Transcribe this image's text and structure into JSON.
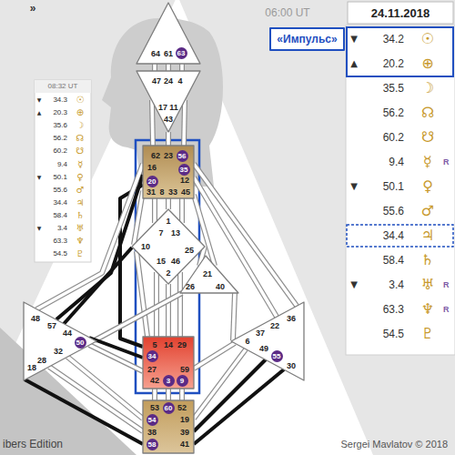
{
  "diagram": {
    "nodes": [
      {
        "text": [
          "64",
          "61",
          "63"
        ]
      },
      {
        "text": [
          "«Импульс»"
        ]
      },
      {
        "text": [
          "▼",
          "34.2",
          "☉",
          "▲",
          "20.2",
          "⊕",
          "35.5",
          "☽",
          "56.2",
          "☊",
          "60.2",
          "☋",
          "9.4",
          "☿",
          "R",
          "▼",
          "50.1",
          "♀",
          "55.6",
          "♂",
          "34.4",
          "♃",
          "58.4",
          "♄",
          "▼",
          "3.4",
          "♅",
          "R",
          "63.3",
          "♆",
          "R",
          "54.5",
          "♇"
        ]
      },
      {
        "text": [
          "08:32 UT",
          "▼",
          "34.3",
          "☉",
          "▲",
          "20.3",
          "⊕",
          "35.6",
          "☽",
          "56.2",
          "☊",
          "60.2",
          "☋",
          "9.4",
          "☿",
          "▼",
          "50.1",
          "♀",
          "55.6",
          "♂",
          "34.4",
          "♃",
          "58.4",
          "♄",
          "▼",
          "3.4",
          "♅",
          "63.3",
          "♆",
          "54.5",
          "♇"
        ]
      },
      {
        "text": [
          "47",
          "24",
          "4",
          "17",
          "11",
          "43"
        ]
      },
      {
        "text": [
          "62",
          "23",
          "56",
          "16",
          "35",
          "20",
          "12",
          "31",
          "8",
          "33",
          "45"
        ]
      },
      {
        "text": [
          "1",
          "7",
          "13",
          "10",
          "25",
          "15",
          "46",
          "2"
        ]
      },
      {
        "text": [
          "21",
          "26",
          "40"
        ]
      },
      {
        "text": [
          "48",
          "57",
          "44",
          "50",
          "32",
          "28",
          "18"
        ]
      },
      {
        "text": [
          "36",
          "22",
          "37",
          "6",
          "49",
          "55",
          "30"
        ]
      },
      {
        "text": [
          "5",
          "14",
          "29",
          "34",
          "27",
          "59",
          "42",
          "3",
          "9"
        ]
      },
      {
        "text": [
          "53",
          "60",
          "52",
          "54",
          "19",
          "38",
          "39",
          "58",
          "41"
        ]
      }
    ],
    "edges": [
      {
        "from": 0,
        "to": 4,
        "arrow": "none"
      },
      {
        "from": 0,
        "to": 4,
        "arrow": "none"
      },
      {
        "from": 0,
        "to": 4,
        "arrow": "none"
      },
      {
        "from": 4,
        "to": 5,
        "arrow": "none"
      },
      {
        "from": 4,
        "to": 5,
        "arrow": "none"
      },
      {
        "from": 4,
        "to": 5,
        "arrow": "none"
      },
      {
        "from": 5,
        "to": 6,
        "arrow": "none"
      },
      {
        "from": 5,
        "to": 6,
        "arrow": "none"
      },
      {
        "from": 5,
        "to": 6,
        "arrow": "none"
      },
      {
        "from": 5,
        "to": 7,
        "arrow": "none"
      },
      {
        "from": 5,
        "to": 10,
        "arrow": "none"
      },
      {
        "from": 5,
        "to": 6,
        "arrow": "none"
      },
      {
        "from": 5,
        "to": 8,
        "arrow": "none"
      },
      {
        "from": 5,
        "to": 8,
        "arrow": "none"
      },
      {
        "from": 5,
        "to": 9,
        "arrow": "none"
      },
      {
        "from": 5,
        "to": 9,
        "arrow": "none"
      },
      {
        "from": 6,
        "to": 10,
        "arrow": "none"
      },
      {
        "from": 6,
        "to": 10,
        "arrow": "none"
      },
      {
        "from": 6,
        "to": 10,
        "arrow": "none"
      },
      {
        "from": 6,
        "to": 7,
        "arrow": "none"
      },
      {
        "from": 6,
        "to": 8,
        "arrow": "none"
      },
      {
        "from": 6,
        "to": 10,
        "arrow": "none"
      },
      {
        "from": 7,
        "to": 8,
        "arrow": "none"
      },
      {
        "from": 7,
        "to": 9,
        "arrow": "none"
      },
      {
        "from": 10,
        "to": 8,
        "arrow": "none"
      },
      {
        "from": 10,
        "to": 8,
        "arrow": "none"
      },
      {
        "from": 10,
        "to": 9,
        "arrow": "none"
      },
      {
        "from": 10,
        "to": 11,
        "arrow": "none"
      },
      {
        "from": 10,
        "to": 11,
        "arrow": "none"
      },
      {
        "from": 10,
        "to": 11,
        "arrow": "none"
      },
      {
        "from": 8,
        "to": 11,
        "arrow": "none"
      },
      {
        "from": 8,
        "to": 11,
        "arrow": "none"
      },
      {
        "from": 8,
        "to": 11,
        "arrow": "none"
      },
      {
        "from": 9,
        "to": 11,
        "arrow": "none"
      },
      {
        "from": 9,
        "to": 11,
        "arrow": "none"
      },
      {
        "from": 9,
        "to": 11,
        "arrow": "none"
      }
    ],
    "labels": [
      "»",
      "06:00 UT",
      "24.11.2018",
      "ibers Edition",
      "Sergei Mavlatov © 2018"
    ]
  }
}
